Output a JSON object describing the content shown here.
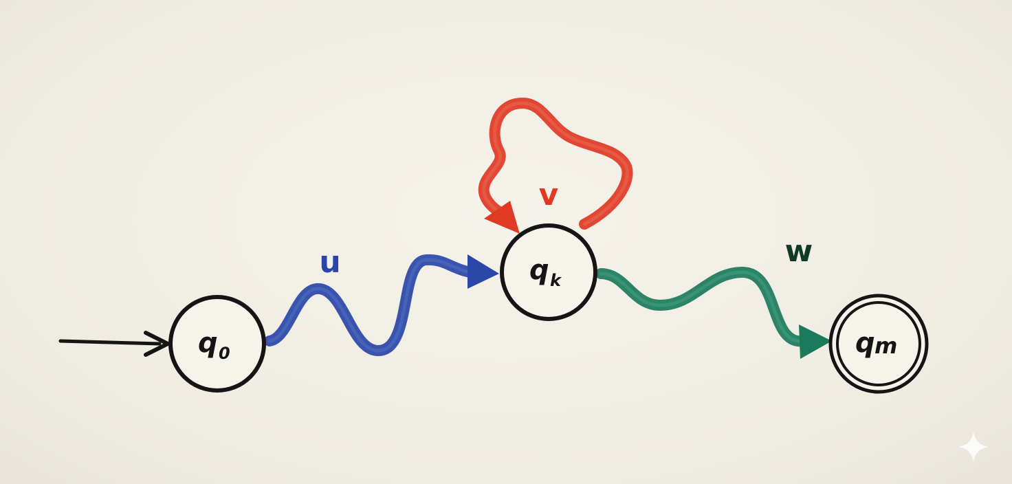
{
  "states": [
    {
      "id": "q0",
      "base": "q",
      "sub": "0",
      "accepting": false,
      "initial": true
    },
    {
      "id": "qk",
      "base": "q",
      "sub": "k",
      "accepting": false,
      "initial": false
    },
    {
      "id": "qm",
      "base": "q",
      "sub": "m",
      "accepting": true,
      "initial": false
    }
  ],
  "edges": {
    "u": {
      "label": "u",
      "color": "#2a47a8"
    },
    "v": {
      "label": "v",
      "color": "#e03a25"
    },
    "w": {
      "label": "w",
      "color": "#1b7a5c"
    }
  },
  "w_label_color": "#0f3a28",
  "ink_color": "#151515"
}
